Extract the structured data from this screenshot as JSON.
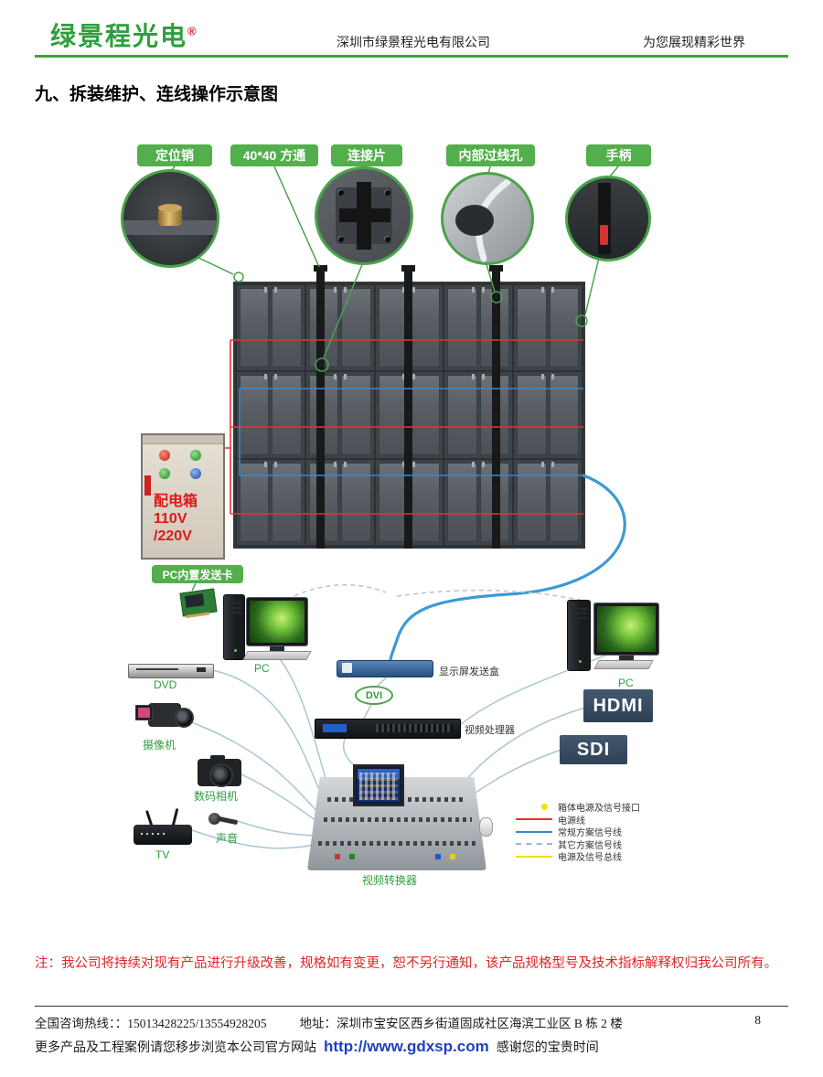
{
  "accent_green": "#3aa63a",
  "header": {
    "logo": "绿景程光电",
    "registered": "®",
    "company": "深圳市绿景程光电有限公司",
    "slogan": "为您展现精彩世界"
  },
  "title": "九、拆装维护、连线操作示意图",
  "diagram": {
    "callouts": [
      "定位销",
      "40*40 方通",
      "连接片",
      "内部过线孔",
      "手柄"
    ],
    "power_box": {
      "name": "配电箱",
      "voltage1": "110V",
      "voltage2": "/220V"
    },
    "labels": {
      "sending_card": "PC内置发送卡",
      "pc_left": "PC",
      "dvd": "DVD",
      "video_camera": "摄像机",
      "digital_camera": "数码相机",
      "sound": "声音",
      "tv": "TV",
      "sending_box": "显示屏发送盒",
      "dvi": "DVI",
      "video_processor": "视频处理器",
      "hdmi": "HDMI",
      "sdi": "SDI",
      "pc_right": "PC",
      "video_converter": "视频转换器"
    },
    "legend": [
      {
        "label": "箱体电源及信号接口",
        "color": "#f0e000",
        "style": "dot"
      },
      {
        "label": "电源线",
        "color": "#e63232",
        "style": "solid"
      },
      {
        "label": "常规方案信号线",
        "color": "#3f86c8",
        "style": "solid"
      },
      {
        "label": "其它方案信号线",
        "color": "#9fb6c4",
        "style": "dashed"
      },
      {
        "label": "电源及信号总线",
        "color": "#f0e000",
        "style": "solid"
      }
    ]
  },
  "note": "注：我公司将持续对现有产品进行升级改善，规格如有变更，恕不另行通知，该产品规格型号及技术指标解释权归我公司所有。",
  "footer": {
    "hotline": "全国咨询热线：：15013428225/13554928205",
    "address": "地址：深圳市宝安区西乡街道固成社区海滨工业区 B 栋 2 楼",
    "page": "8",
    "more_prefix": "更多产品及工程案例请您移步浏览本公司官方网站",
    "url": "http://www.gdxsp.com",
    "thanks": "感谢您的宝贵时间"
  }
}
